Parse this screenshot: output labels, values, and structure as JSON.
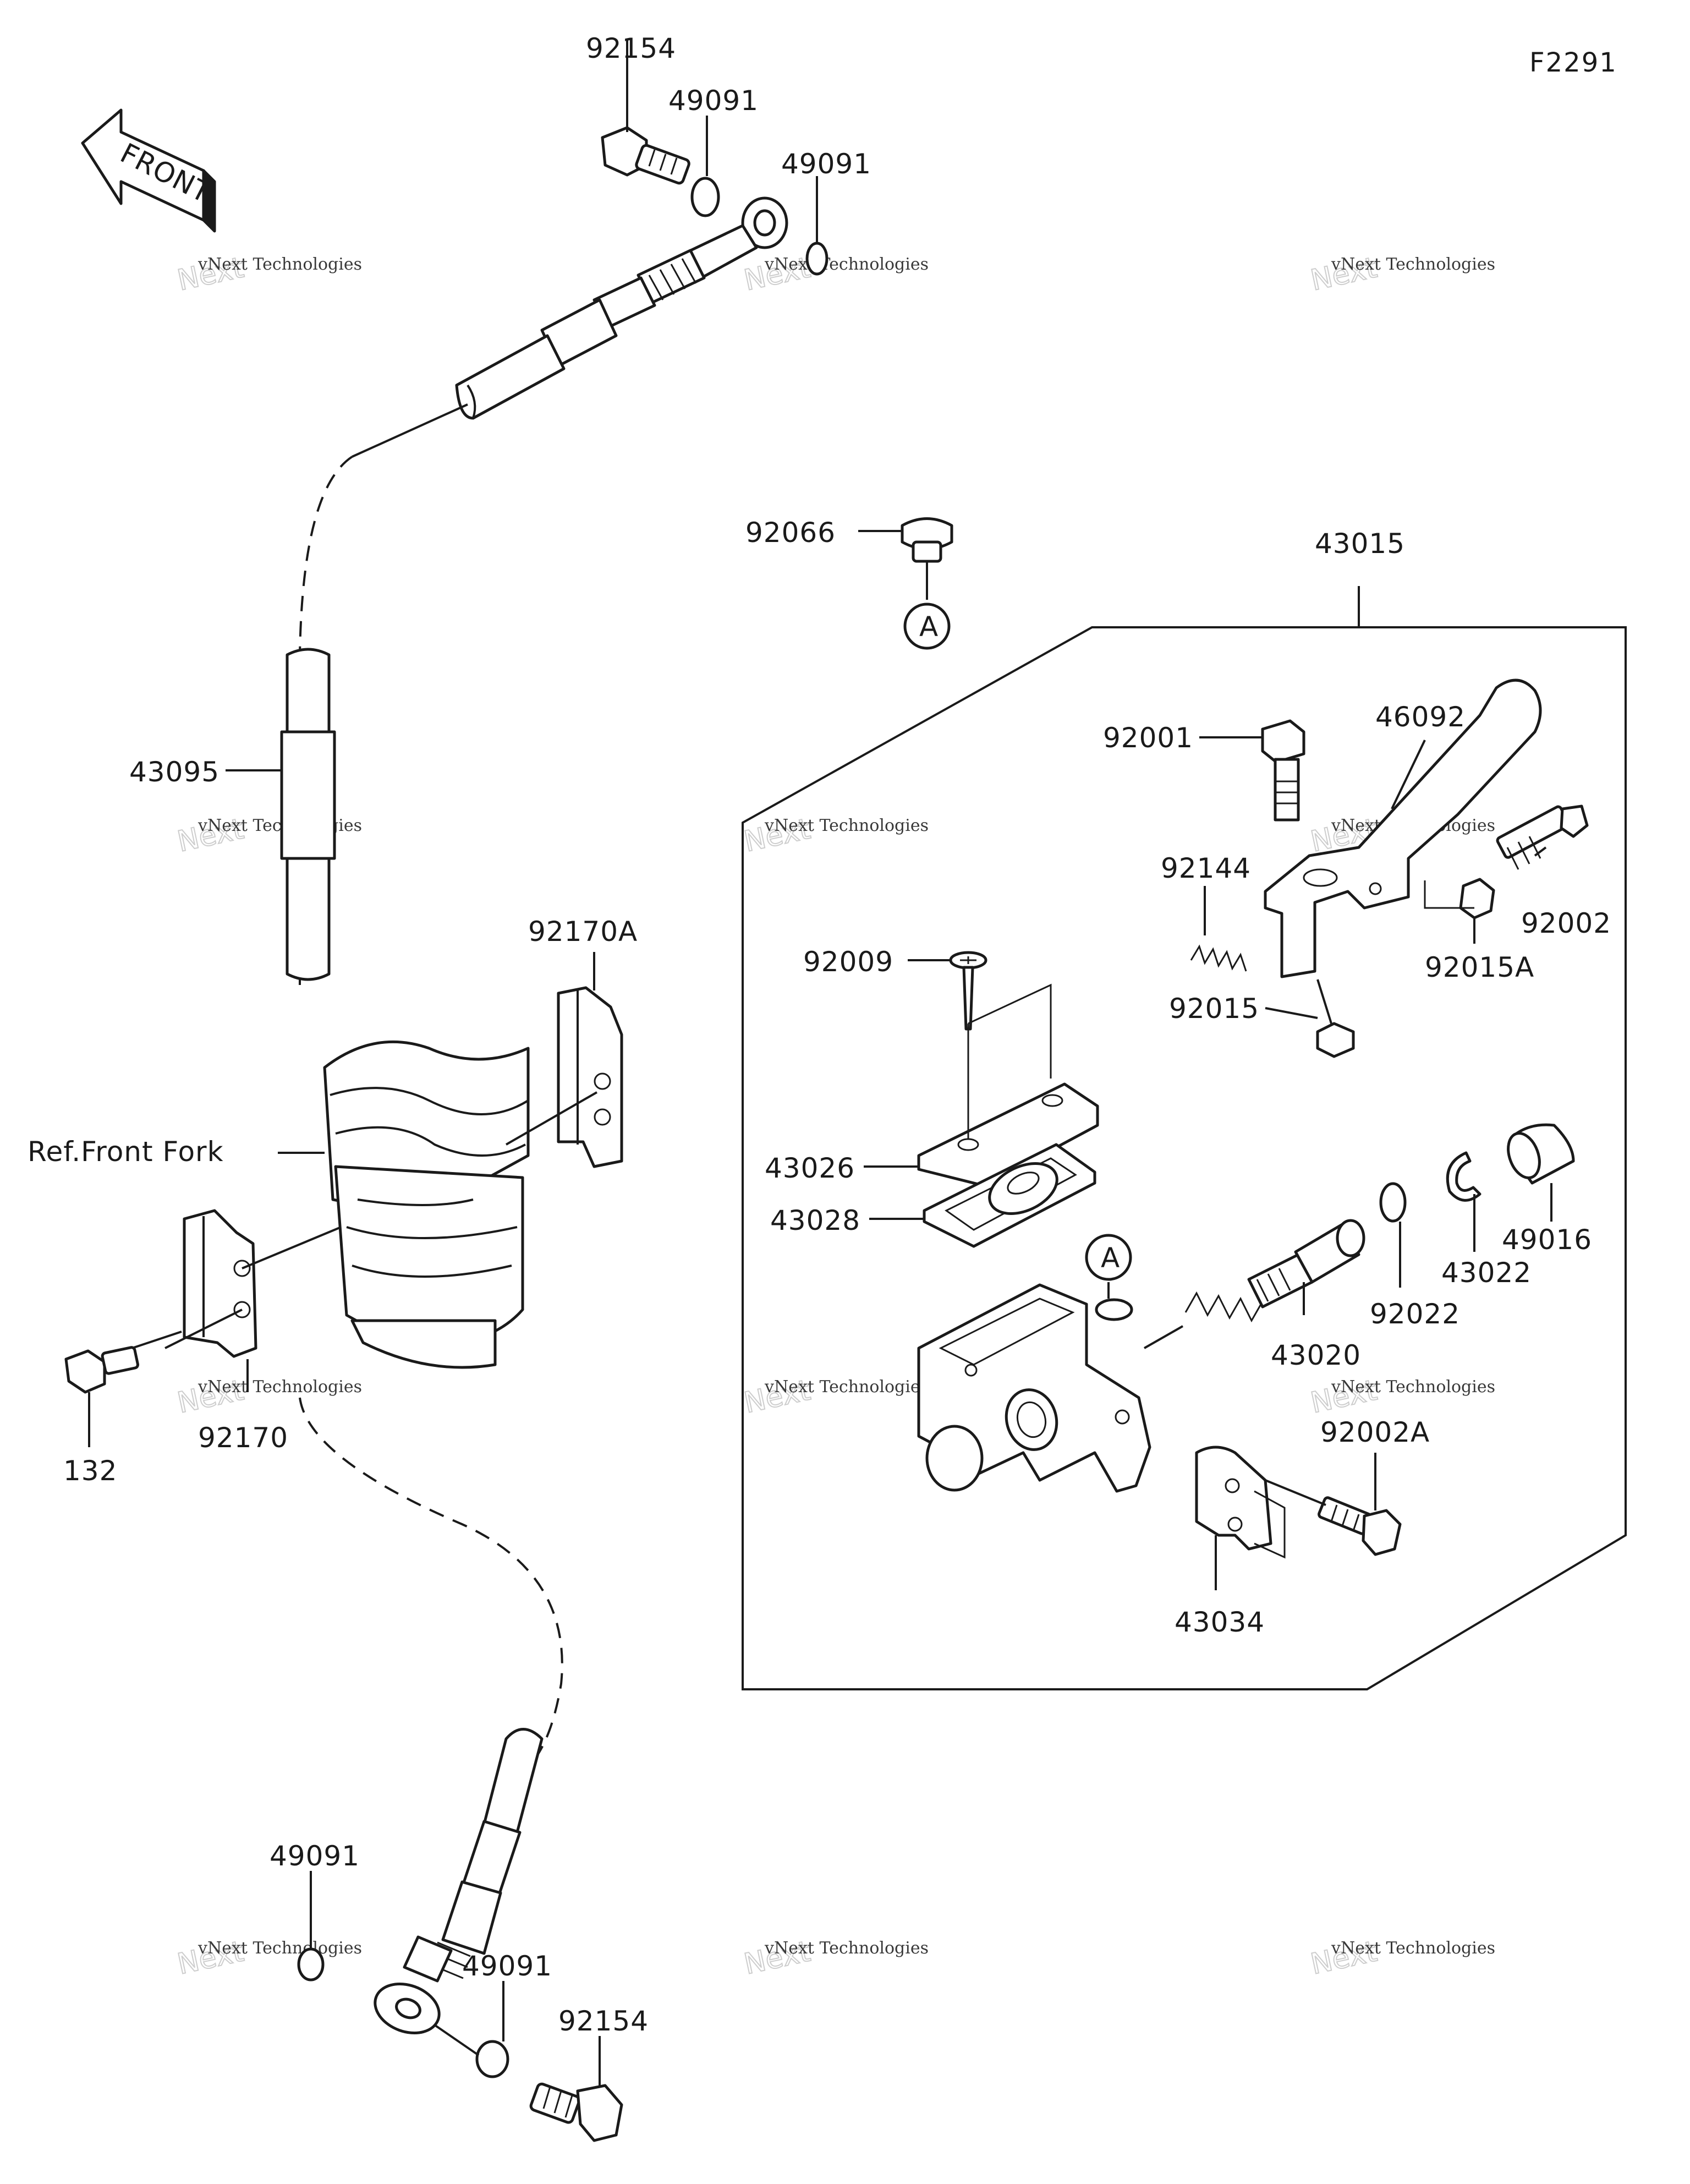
{
  "figure_code": "F2291",
  "front_label": "FRONT",
  "ref_label": "Ref.Front Fork",
  "marker_letter": "A",
  "watermark": {
    "line1": "vNext Technologies",
    "line2": "vNext Technologies",
    "overlay": "Next"
  },
  "labels": {
    "p92154_top": "92154",
    "p49091_a": "49091",
    "p49091_b": "49091",
    "p92066": "92066",
    "p43015": "43015",
    "p43095": "43095",
    "p92170A": "92170A",
    "p92001": "92001",
    "p46092": "46092",
    "p92144": "92144",
    "p92002": "92002",
    "p92015A": "92015A",
    "p92009": "92009",
    "p92015": "92015",
    "p43026": "43026",
    "p43028": "43028",
    "p49016": "49016",
    "p43022": "43022",
    "p92022": "92022",
    "p43020": "43020",
    "p92002A": "92002A",
    "p43034": "43034",
    "p132": "132",
    "p92170": "92170",
    "p49091_c": "49091",
    "p49091_d": "49091",
    "p92154_bottom": "92154"
  }
}
